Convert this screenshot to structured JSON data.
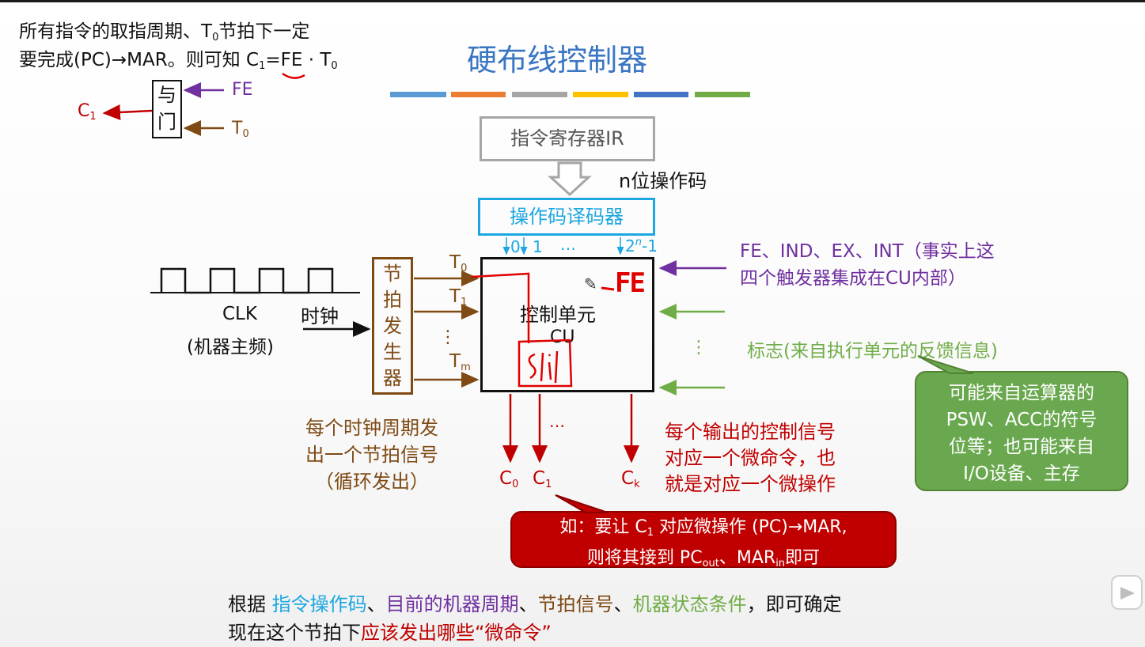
{
  "title": "硬布线控制器",
  "note": {
    "line1": "所有指令的取指周期、T",
    "line1_sub": "0",
    "line1_tail": "节拍下一定",
    "line2_a": "要完成(PC)→MAR。则可知 C",
    "line2_sub": "1",
    "line2_b": "=",
    "line2_fe": "FE",
    "line2_c": " · T",
    "line2_sub2": "0"
  },
  "and_gate": {
    "char1": "与",
    "char2": "门",
    "in1": "FE",
    "in2": "T",
    "in2_sub": "0",
    "out": "C",
    "out_sub": "1"
  },
  "ir": {
    "label": "指令寄存器IR",
    "opcode_label": "n位操作码"
  },
  "decoder": {
    "label": "操作码译码器",
    "out0": "0",
    "out1": "1",
    "ellipsis": "…",
    "outn": "2",
    "outn_sup": "n",
    "outn_tail": "-1"
  },
  "clk": {
    "label": "CLK",
    "sub": "(机器主频)",
    "arrow_label": "时钟"
  },
  "beat_gen": {
    "chars": [
      "节",
      "拍",
      "发",
      "生",
      "器"
    ],
    "t0": "T",
    "t0_sub": "0",
    "t1": "T",
    "t1_sub": "1",
    "dots": "⋮",
    "tm": "T",
    "tm_sub": "m"
  },
  "cu": {
    "label1": "控制单元",
    "label2": "CU",
    "annot": "FE"
  },
  "flipflops": {
    "line1": "FE、IND、EX、INT（事实上这",
    "line2": "四个触发器集成在CU内部）"
  },
  "flags": {
    "label": "标志(来自执行单元的反馈信息)",
    "dots": "⋮"
  },
  "outputs": {
    "c0": "C",
    "c0_sub": "0",
    "c1": "C",
    "c1_sub": "1",
    "ck": "C",
    "ck_sub": "k",
    "ellipsis": "…"
  },
  "beat_note": {
    "line1": "每个时钟周期发",
    "line2": "出一个节拍信号",
    "line3": "（循环发出）"
  },
  "signal_note": {
    "line1": "每个输出的控制信号",
    "line2": "对应一个微命令，也",
    "line3": "就是对应一个微操作"
  },
  "green_callout": {
    "line1": "可能来自运算器的",
    "line2": "PSW、ACC的符号",
    "line3": "位等；也可能来自",
    "line4": "I/O设备、主存"
  },
  "red_callout": {
    "l1_a": "如：要让 C",
    "l1_sub": "1",
    "l1_b": " 对应微操作 (PC)→MAR,",
    "l2_a": "则将其接到 PC",
    "l2_sub1": "out",
    "l2_b": "、MAR",
    "l2_sub2": "in",
    "l2_c": "即可"
  },
  "summary": {
    "p1": "根据 ",
    "k1": "指令操作码",
    "s1": "、",
    "k2": "目前的机器周期",
    "s2": "、",
    "k3": "节拍信号",
    "s3": "、",
    "k4": "机器状态条件",
    "p2": "，即可确定",
    "p3": "现在这个节拍下",
    "k5": "应该发出哪些“微命令”"
  },
  "colors": {
    "title": "#3a76c4",
    "red": "#c00000",
    "purple": "#7030a0",
    "brown": "#7f4a14",
    "green": "#70ad47",
    "cyan": "#1ca7e0"
  },
  "title_bar_colors": [
    "#5b9bd5",
    "#ed7d31",
    "#a5a5a5",
    "#ffc000",
    "#4472c4",
    "#70ad47"
  ]
}
